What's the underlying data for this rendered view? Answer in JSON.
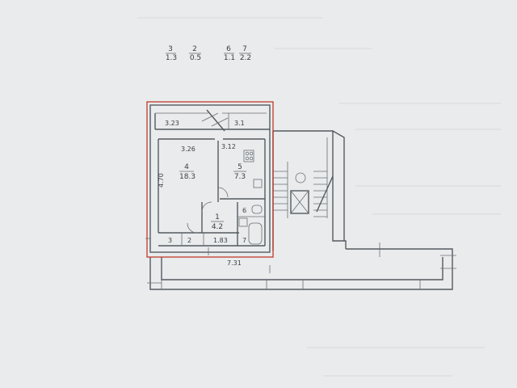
{
  "header_legend": [
    {
      "num": "3",
      "area": "1.3"
    },
    {
      "num": "2",
      "area": "0.5"
    },
    {
      "num": "6",
      "area": "1.1"
    },
    {
      "num": "7",
      "area": "2.2"
    }
  ],
  "rooms": {
    "room4": {
      "num": "4",
      "area": "18.3"
    },
    "room5": {
      "num": "5",
      "area": "7.3"
    },
    "room1": {
      "num": "1",
      "area": "4.2"
    },
    "room6": {
      "num": "6"
    },
    "room7": {
      "num": "7"
    },
    "room3": {
      "num": "3"
    },
    "room2": {
      "num": "2"
    }
  },
  "dimensions": {
    "balcony_left": "3.23",
    "balcony_right": "3.1",
    "room4_width": "3.26",
    "room5_width": "3.12",
    "room4_height": "4.70",
    "corridor_len": "1.83",
    "total_width": "7.31"
  },
  "colors": {
    "outline_highlight": "#c0392b",
    "wall": "#545a60",
    "background": "#e9ebec"
  }
}
